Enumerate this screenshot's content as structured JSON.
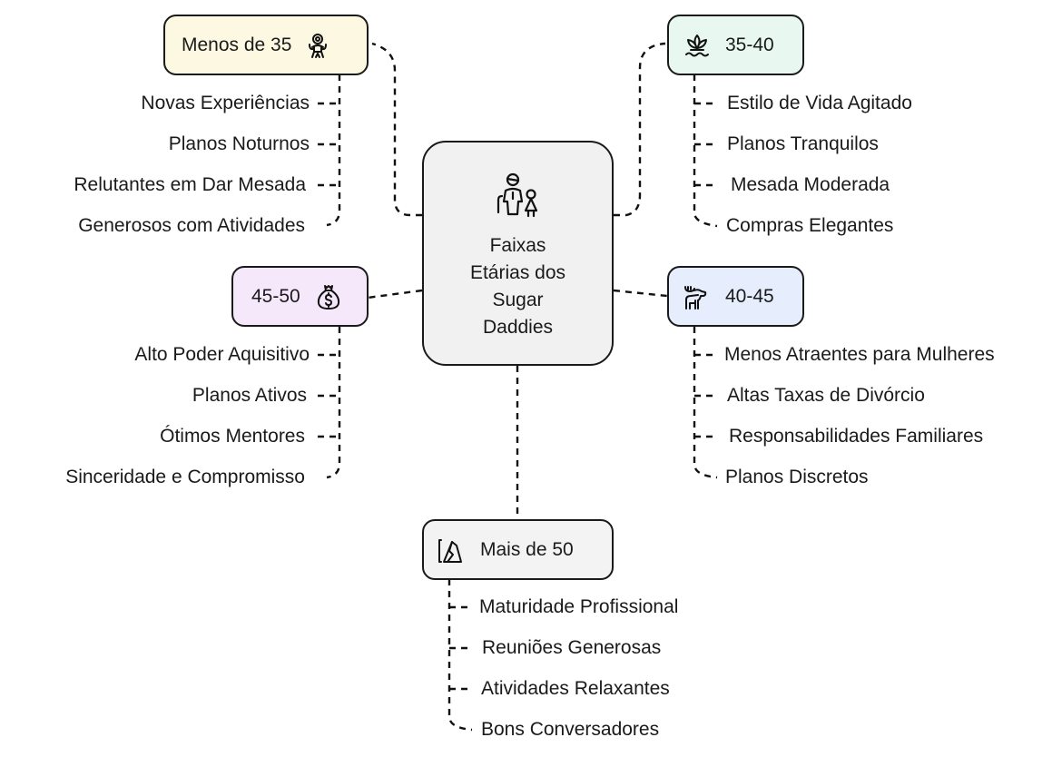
{
  "center": {
    "title": "Faixas Etárias dos Sugar Daddies",
    "icon": "elderly-and-child-icon",
    "fill": "#f1f1f1"
  },
  "branches": [
    {
      "id": "menos-35",
      "label": "Menos de 35",
      "icon": "jump-rope-child-icon",
      "fill": "#fdf8e1",
      "items": [
        "Novas Experiências",
        "Planos Noturnos",
        "Relutantes em Dar Mesada",
        "Generosos com Atividades"
      ]
    },
    {
      "id": "35-40",
      "label": "35-40",
      "icon": "lotus-icon",
      "fill": "#e8f8f0",
      "items": [
        "Estilo de Vida Agitado",
        "Planos Tranquilos",
        "Mesada Moderada",
        "Compras Elegantes"
      ]
    },
    {
      "id": "45-50",
      "label": "45-50",
      "icon": "money-bag-icon",
      "fill": "#f6e8fb",
      "items": [
        "Alto Poder Aquisitivo",
        "Planos Ativos",
        "Ótimos Mentores",
        "Sinceridade e Compromisso"
      ]
    },
    {
      "id": "40-45",
      "label": "40-45",
      "icon": "moose-icon",
      "fill": "#e6edfc",
      "items": [
        "Menos Atraentes para Mulheres",
        "Altas Taxas de Divórcio",
        "Responsabilidades Familiares",
        "Planos Discretos"
      ]
    },
    {
      "id": "mais-50",
      "label": "Mais de 50",
      "icon": "mountain-climb-icon",
      "fill": "#f3f3f3",
      "items": [
        "Maturidade Profissional",
        "Reuniões Generosas",
        "Atividades Relaxantes",
        "Bons Conversadores"
      ]
    }
  ]
}
